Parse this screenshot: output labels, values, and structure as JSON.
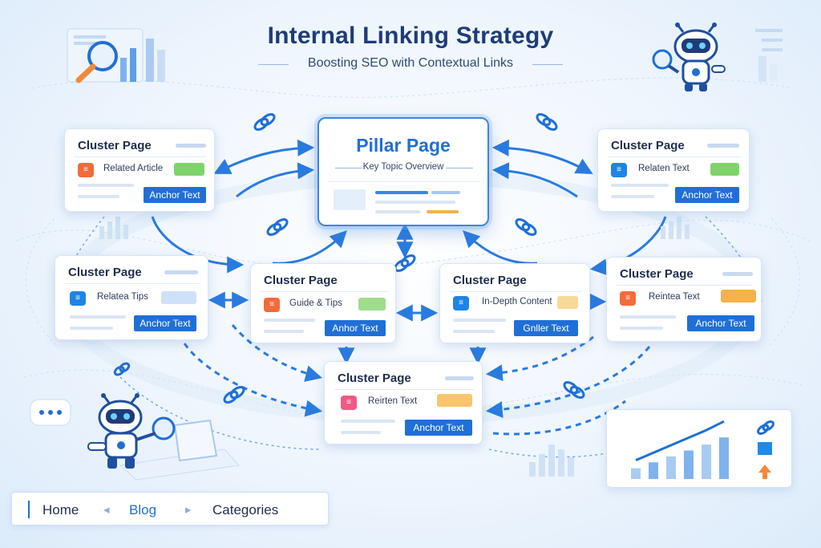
{
  "header": {
    "title": "Internal Linking Strategy",
    "subtitle": "Boosting SEO with Contextual Links"
  },
  "pillar": {
    "title": "Pillar Page",
    "subtitle": "Key Topic Overview"
  },
  "cards": {
    "top_left": {
      "title": "Cluster Page",
      "related": "Related Article",
      "button": "Anchor Text",
      "icon": "document-icon"
    },
    "top_right": {
      "title": "Cluster Page",
      "related": "Relaten Text",
      "button": "Anchor Text",
      "icon": "document-icon"
    },
    "mid_left": {
      "title": "Cluster Page",
      "related": "Relatea Tips",
      "button": "Anchor Text",
      "icon": "document-icon"
    },
    "center_left": {
      "title": "Cluster Page",
      "related": "Guide & Tips",
      "button": "Anhor Text",
      "icon": "document-icon"
    },
    "center_right": {
      "title": "Cluster Page",
      "related": "In-Depth Content",
      "button": "Gnller Text",
      "icon": "document-icon"
    },
    "mid_right": {
      "title": "Cluster Page",
      "related": "Reintea Text",
      "button": "Anchor Text",
      "icon": "document-icon"
    },
    "bottom": {
      "title": "Cluster Page",
      "related": "Reirten Text",
      "button": "Anchor Text",
      "icon": "document-icon"
    }
  },
  "breadcrumb": {
    "home": "Home",
    "blog": "Blog",
    "categories": "Categories"
  },
  "colors": {
    "accent": "#1f6fd6",
    "title": "#1f3c78",
    "orange": "#f26b3a",
    "pink": "#ef5a86",
    "green": "#7fd36b",
    "amber": "#f6b24a"
  },
  "growth_chart": {
    "bars": [
      0.18,
      0.28,
      0.38,
      0.48,
      0.58,
      0.7
    ],
    "trend": "upward"
  }
}
